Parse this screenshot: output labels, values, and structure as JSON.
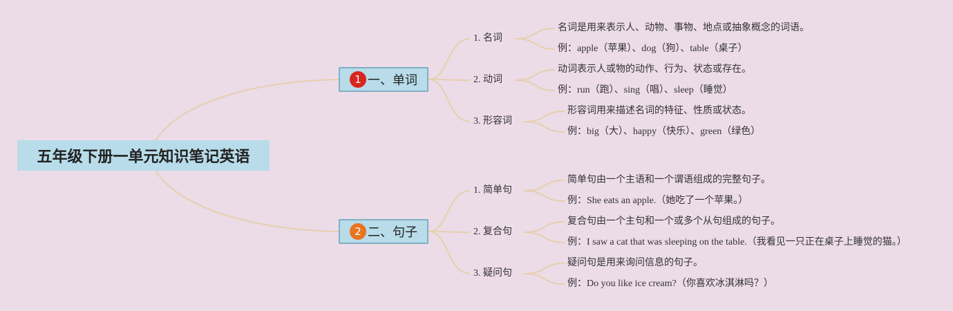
{
  "root": {
    "title": "五年级下册一单元知识笔记英语"
  },
  "branches": [
    {
      "badge": "1",
      "label": "一、单词",
      "children": [
        {
          "label": "1. 名词",
          "leaves": [
            "名词是用来表示人、动物、事物、地点或抽象概念的词语。",
            "例：apple（苹果）、dog（狗）、table（桌子）"
          ]
        },
        {
          "label": "2. 动词",
          "leaves": [
            "动词表示人或物的动作、行为、状态或存在。",
            "例：run（跑）、sing（唱）、sleep（睡觉）"
          ]
        },
        {
          "label": "3. 形容词",
          "leaves": [
            "形容词用来描述名词的特征、性质或状态。",
            "例：big（大）、happy（快乐）、green（绿色）"
          ]
        }
      ]
    },
    {
      "badge": "2",
      "label": "二、句子",
      "children": [
        {
          "label": "1. 简单句",
          "leaves": [
            "简单句由一个主语和一个谓语组成的完整句子。",
            "例：She eats an apple.（她吃了一个苹果。）"
          ]
        },
        {
          "label": "2. 复合句",
          "leaves": [
            "复合句由一个主句和一个或多个从句组成的句子。",
            "例：I saw a cat that was sleeping on the table.（我看见一只正在桌子上睡觉的猫。）"
          ]
        },
        {
          "label": "3. 疑问句",
          "leaves": [
            "疑问句是用来询问信息的句子。",
            "例：Do you like ice cream?（你喜欢冰淇淋吗？）"
          ]
        }
      ]
    }
  ],
  "colors": {
    "background": "#ecdce8",
    "node_fill": "#b8dcea",
    "line": "#e6cfae",
    "badge1": "#d8261d",
    "badge2": "#e87420"
  }
}
